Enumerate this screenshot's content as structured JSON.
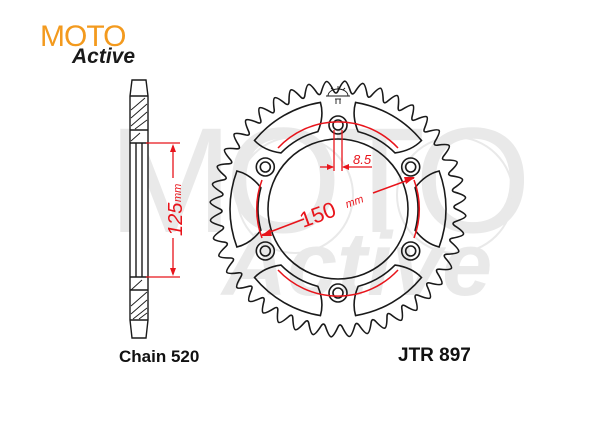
{
  "logo": {
    "brand_top": "MOTO",
    "brand_bottom": "Active",
    "brand_color": "#f39a1e"
  },
  "watermark": {
    "text_top": "MOTO",
    "text_bottom": "Active",
    "color": "#e6e6e6"
  },
  "drawing": {
    "type": "rear sprocket technical drawing",
    "line_color": "#1a1a1a",
    "dimension_color": "#e8141b",
    "dimensions": {
      "inner_height_label": "125",
      "inner_height_unit": "mm",
      "pcd_label": "150",
      "pcd_unit": "mm",
      "bolt_hole_label": "8.5"
    },
    "bolt_holes": 6,
    "teeth": 44
  },
  "captions": {
    "chain": "Chain 520",
    "part_number": "JTR 897"
  }
}
